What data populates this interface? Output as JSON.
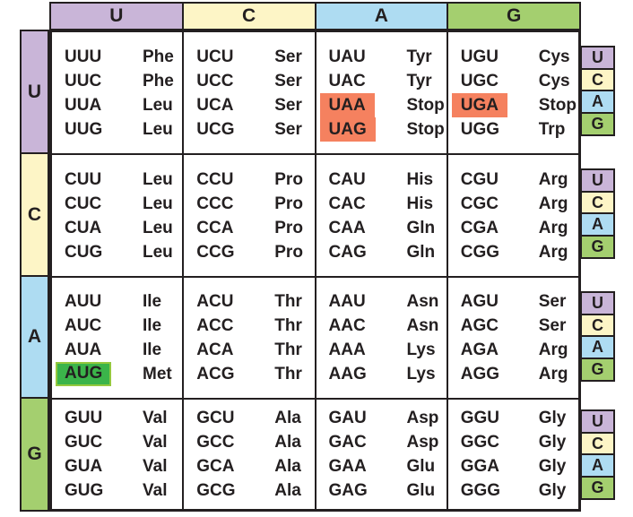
{
  "colors": {
    "bases": {
      "U": "#c9b5d8",
      "C": "#fdf5c6",
      "A": "#aedcf2",
      "G": "#a4cf6f"
    },
    "stop_highlight": "#f5815f",
    "start_highlight": "#3bb44a",
    "start_highlight_border": "#94c83e",
    "border": "#231f20",
    "text": "#231f20"
  },
  "top_headers": [
    "U",
    "C",
    "A",
    "G"
  ],
  "left_headers": [
    "U",
    "C",
    "A",
    "G"
  ],
  "right_headers": [
    "U",
    "C",
    "A",
    "G"
  ],
  "grid": [
    {
      "row": "U",
      "cells": [
        {
          "col": "U",
          "entries": [
            {
              "codon": "UUU",
              "amino": "Phe"
            },
            {
              "codon": "UUC",
              "amino": "Phe"
            },
            {
              "codon": "UUA",
              "amino": "Leu"
            },
            {
              "codon": "UUG",
              "amino": "Leu"
            }
          ]
        },
        {
          "col": "C",
          "entries": [
            {
              "codon": "UCU",
              "amino": "Ser"
            },
            {
              "codon": "UCC",
              "amino": "Ser"
            },
            {
              "codon": "UCA",
              "amino": "Ser"
            },
            {
              "codon": "UCG",
              "amino": "Ser"
            }
          ]
        },
        {
          "col": "A",
          "entries": [
            {
              "codon": "UAU",
              "amino": "Tyr"
            },
            {
              "codon": "UAC",
              "amino": "Tyr"
            },
            {
              "codon": "UAA",
              "amino": "Stop",
              "highlight": "stop"
            },
            {
              "codon": "UAG",
              "amino": "Stop",
              "highlight": "stop"
            }
          ]
        },
        {
          "col": "G",
          "entries": [
            {
              "codon": "UGU",
              "amino": "Cys"
            },
            {
              "codon": "UGC",
              "amino": "Cys"
            },
            {
              "codon": "UGA",
              "amino": "Stop",
              "highlight": "stop"
            },
            {
              "codon": "UGG",
              "amino": "Trp"
            }
          ]
        }
      ]
    },
    {
      "row": "C",
      "cells": [
        {
          "col": "U",
          "entries": [
            {
              "codon": "CUU",
              "amino": "Leu"
            },
            {
              "codon": "CUC",
              "amino": "Leu"
            },
            {
              "codon": "CUA",
              "amino": "Leu"
            },
            {
              "codon": "CUG",
              "amino": "Leu"
            }
          ]
        },
        {
          "col": "C",
          "entries": [
            {
              "codon": "CCU",
              "amino": "Pro"
            },
            {
              "codon": "CCC",
              "amino": "Pro"
            },
            {
              "codon": "CCA",
              "amino": "Pro"
            },
            {
              "codon": "CCG",
              "amino": "Pro"
            }
          ]
        },
        {
          "col": "A",
          "entries": [
            {
              "codon": "CAU",
              "amino": "His"
            },
            {
              "codon": "CAC",
              "amino": "His"
            },
            {
              "codon": "CAA",
              "amino": "Gln"
            },
            {
              "codon": "CAG",
              "amino": "Gln"
            }
          ]
        },
        {
          "col": "G",
          "entries": [
            {
              "codon": "CGU",
              "amino": "Arg"
            },
            {
              "codon": "CGC",
              "amino": "Arg"
            },
            {
              "codon": "CGA",
              "amino": "Arg"
            },
            {
              "codon": "CGG",
              "amino": "Arg"
            }
          ]
        }
      ]
    },
    {
      "row": "A",
      "cells": [
        {
          "col": "U",
          "entries": [
            {
              "codon": "AUU",
              "amino": "Ile"
            },
            {
              "codon": "AUC",
              "amino": "Ile"
            },
            {
              "codon": "AUA",
              "amino": "Ile"
            },
            {
              "codon": "AUG",
              "amino": "Met",
              "highlight": "start"
            }
          ]
        },
        {
          "col": "C",
          "entries": [
            {
              "codon": "ACU",
              "amino": "Thr"
            },
            {
              "codon": "ACC",
              "amino": "Thr"
            },
            {
              "codon": "ACA",
              "amino": "Thr"
            },
            {
              "codon": "ACG",
              "amino": "Thr"
            }
          ]
        },
        {
          "col": "A",
          "entries": [
            {
              "codon": "AAU",
              "amino": "Asn"
            },
            {
              "codon": "AAC",
              "amino": "Asn"
            },
            {
              "codon": "AAA",
              "amino": "Lys"
            },
            {
              "codon": "AAG",
              "amino": "Lys"
            }
          ]
        },
        {
          "col": "G",
          "entries": [
            {
              "codon": "AGU",
              "amino": "Ser"
            },
            {
              "codon": "AGC",
              "amino": "Ser"
            },
            {
              "codon": "AGA",
              "amino": "Arg"
            },
            {
              "codon": "AGG",
              "amino": "Arg"
            }
          ]
        }
      ]
    },
    {
      "row": "G",
      "cells": [
        {
          "col": "U",
          "entries": [
            {
              "codon": "GUU",
              "amino": "Val"
            },
            {
              "codon": "GUC",
              "amino": "Val"
            },
            {
              "codon": "GUA",
              "amino": "Val"
            },
            {
              "codon": "GUG",
              "amino": "Val"
            }
          ]
        },
        {
          "col": "C",
          "entries": [
            {
              "codon": "GCU",
              "amino": "Ala"
            },
            {
              "codon": "GCC",
              "amino": "Ala"
            },
            {
              "codon": "GCA",
              "amino": "Ala"
            },
            {
              "codon": "GCG",
              "amino": "Ala"
            }
          ]
        },
        {
          "col": "A",
          "entries": [
            {
              "codon": "GAU",
              "amino": "Asp"
            },
            {
              "codon": "GAC",
              "amino": "Asp"
            },
            {
              "codon": "GAA",
              "amino": "Glu"
            },
            {
              "codon": "GAG",
              "amino": "Glu"
            }
          ]
        },
        {
          "col": "G",
          "entries": [
            {
              "codon": "GGU",
              "amino": "Gly"
            },
            {
              "codon": "GGC",
              "amino": "Gly"
            },
            {
              "codon": "GGA",
              "amino": "Gly"
            },
            {
              "codon": "GGG",
              "amino": "Gly"
            }
          ]
        }
      ]
    }
  ]
}
